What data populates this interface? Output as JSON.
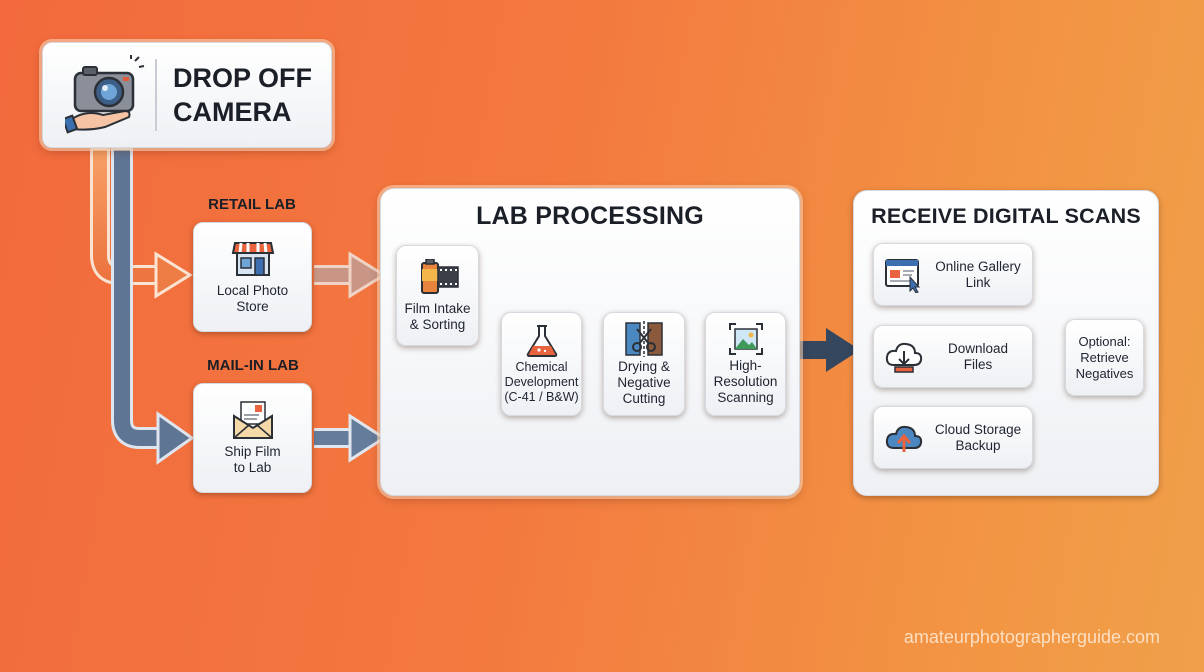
{
  "start": {
    "title_line1": "DROP OFF",
    "title_line2": "CAMERA",
    "icon": "camera-hand-icon"
  },
  "paths": {
    "retail": {
      "label": "RETAIL LAB",
      "node_line1": "Local Photo",
      "node_line2": "Store",
      "icon": "storefront-icon"
    },
    "mail": {
      "label": "MAIL-IN LAB",
      "node_line1": "Ship Film",
      "node_line2": "to Lab",
      "icon": "envelope-icon"
    }
  },
  "lab": {
    "title": "LAB PROCESSING",
    "steps": [
      {
        "line1": "Film Intake",
        "line2": "& Sorting",
        "line3": "",
        "icon": "film-roll-icon"
      },
      {
        "line1": "Chemical",
        "line2": "Development",
        "line3": "(C-41 / B&W)",
        "icon": "flask-icon"
      },
      {
        "line1": "Drying &",
        "line2": "Negative",
        "line3": "Cutting",
        "icon": "scissors-film-icon"
      },
      {
        "line1": "High-",
        "line2": "Resolution",
        "line3": "Scanning",
        "icon": "image-scan-icon"
      }
    ]
  },
  "receive": {
    "title": "RECEIVE DIGITAL SCANS",
    "options": [
      {
        "line1": "Online Gallery",
        "line2": "Link",
        "icon": "browser-cursor-icon"
      },
      {
        "line1": "Download",
        "line2": "Files",
        "icon": "cloud-download-icon"
      },
      {
        "line1": "Cloud Storage",
        "line2": "Backup",
        "icon": "cloud-upload-icon"
      }
    ],
    "optional": {
      "line1": "Optional:",
      "line2": "Retrieve",
      "line3": "Negatives"
    }
  },
  "watermark": "amateurphotographerguide.com",
  "colors": {
    "orange_flow": "#ee7d45",
    "blue_flow": "#5e7594",
    "dark_arrow": "#34475f"
  }
}
